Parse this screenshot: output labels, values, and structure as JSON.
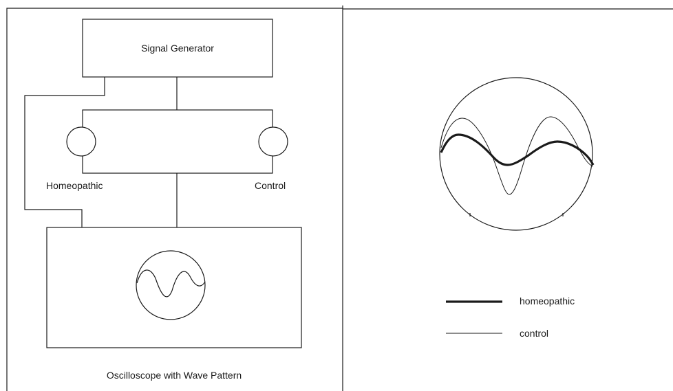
{
  "diagram": {
    "signal_generator_label": "Signal Generator",
    "homeopathic_label": "Homeopathic",
    "control_label": "Control",
    "oscilloscope_label": "Oscilloscope with Wave Pattern"
  },
  "legend": {
    "homeopathic_label": "homeopathic",
    "control_label": "control"
  },
  "colors": {
    "line": "#1a1a1a",
    "background": "#ffffff"
  }
}
